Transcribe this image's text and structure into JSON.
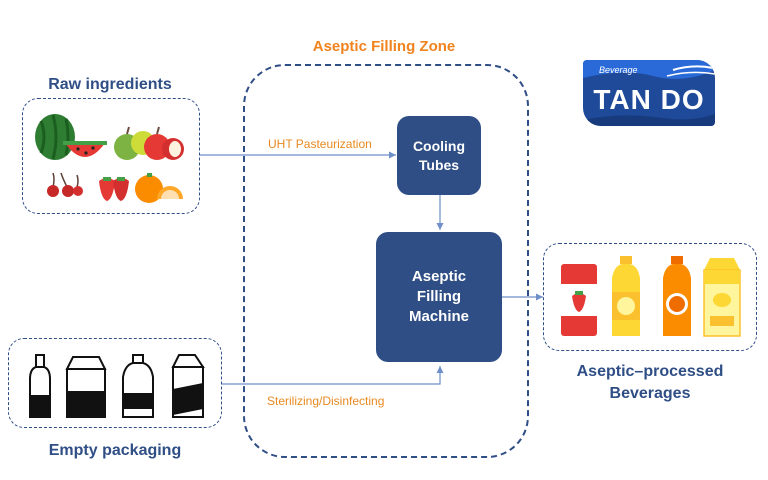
{
  "diagram": {
    "zone_title": "Aseptic Filling Zone",
    "raw_ingredients": "Raw ingredients",
    "empty_packaging": "Empty packaging",
    "beverages_line1": "Aseptic–processed",
    "beverages_line2": "Beverages",
    "cooling_tubes_line1": "Cooling",
    "cooling_tubes_line2": "Tubes",
    "machine_line1": "Aseptic",
    "machine_line2": "Filling",
    "machine_line3": "Machine",
    "edge_uht": "UHT Pasteurization",
    "edge_sterilizing": "Sterilizing/Disinfecting"
  },
  "logo": {
    "small_text": "Beverage",
    "brand_text": "TAN DO"
  },
  "colors": {
    "navy": "#2f4e86",
    "orange": "#f0831e",
    "edge": "#6f8fc9"
  },
  "icons": {
    "fruits": [
      "watermelon-icon",
      "apples-icon",
      "cherries-icon",
      "strawberries-icon",
      "orange-icon"
    ],
    "packaging": [
      "glass-bottle-icon",
      "carton-icon",
      "jug-icon",
      "gable-carton-icon"
    ],
    "beverages": [
      "strawberry-can-icon",
      "yellow-bottle-icon",
      "orange-bottle-icon",
      "lemon-juice-carton-icon"
    ]
  }
}
